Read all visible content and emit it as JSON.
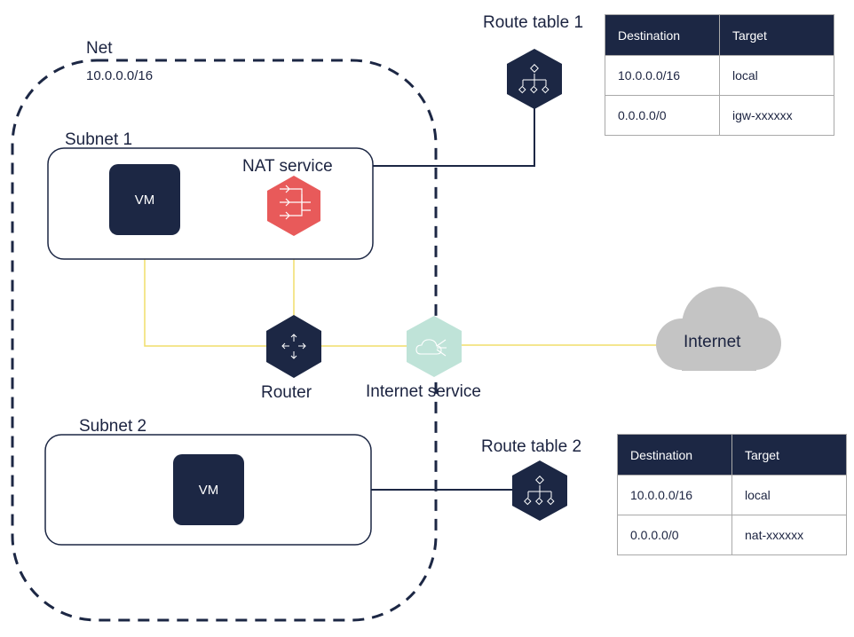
{
  "net": {
    "label": "Net",
    "cidr": "10.0.0.0/16"
  },
  "subnet1": {
    "label": "Subnet 1",
    "vm_label": "VM",
    "nat_label": "NAT service"
  },
  "subnet2": {
    "label": "Subnet 2",
    "vm_label": "VM"
  },
  "router": {
    "label": "Router"
  },
  "internet_service": {
    "label": "Internet service"
  },
  "internet": {
    "label": "Internet"
  },
  "route_table_1": {
    "title": "Route table 1",
    "headers": [
      "Destination",
      "Target"
    ],
    "rows": [
      [
        "10.0.0.0/16",
        "local"
      ],
      [
        "0.0.0.0/0",
        "igw-xxxxxx"
      ]
    ]
  },
  "route_table_2": {
    "title": "Route table 2",
    "headers": [
      "Destination",
      "Target"
    ],
    "rows": [
      [
        "10.0.0.0/16",
        "local"
      ],
      [
        "0.0.0.0/0",
        "nat-xxxxxx"
      ]
    ]
  },
  "colors": {
    "navy": "#1c2744",
    "nat": "#e85a5a",
    "internet_service": "#bfe3d8",
    "cloud": "#c4c4c4",
    "link": "#f0de6a"
  }
}
